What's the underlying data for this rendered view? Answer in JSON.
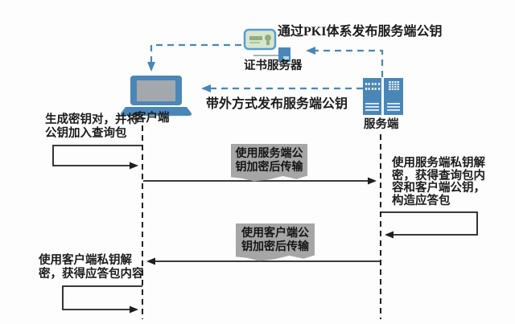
{
  "diagram": {
    "top": {
      "pki_label": "通过PKI体系发布服务端公钥",
      "cert_server_label": "证书服务器",
      "oob_label": "带外方式发布服务端公钥"
    },
    "actors": {
      "client_label": "客户端",
      "server_label": "服务端"
    },
    "client_notes": {
      "keygen_lines": [
        "生成密钥对，并将",
        "公钥加入查询包"
      ],
      "decrypt_lines": [
        "使用客户端私钥解",
        "密，获得应答包内容"
      ]
    },
    "server_notes": {
      "decrypt_lines": [
        "使用服务端私钥解",
        "密，获得查询包内",
        "容和客户端公钥，",
        "构造应答包"
      ]
    },
    "message_notes": {
      "to_server_lines": [
        "使用服务端公",
        "钥加密后传输"
      ],
      "to_client_lines": [
        "使用客户端公",
        "钥加密后传输"
      ]
    },
    "colors": {
      "icon_blue": "#4a87b8",
      "dashed_blue": "#4a87b8",
      "note_gray": "#a6a6a6",
      "line_black": "#1f1f1f",
      "cert_green_fill": "#d7e6cc",
      "cert_green_dark": "#8fae7e",
      "screen_gray": "#a3a8ad"
    }
  }
}
